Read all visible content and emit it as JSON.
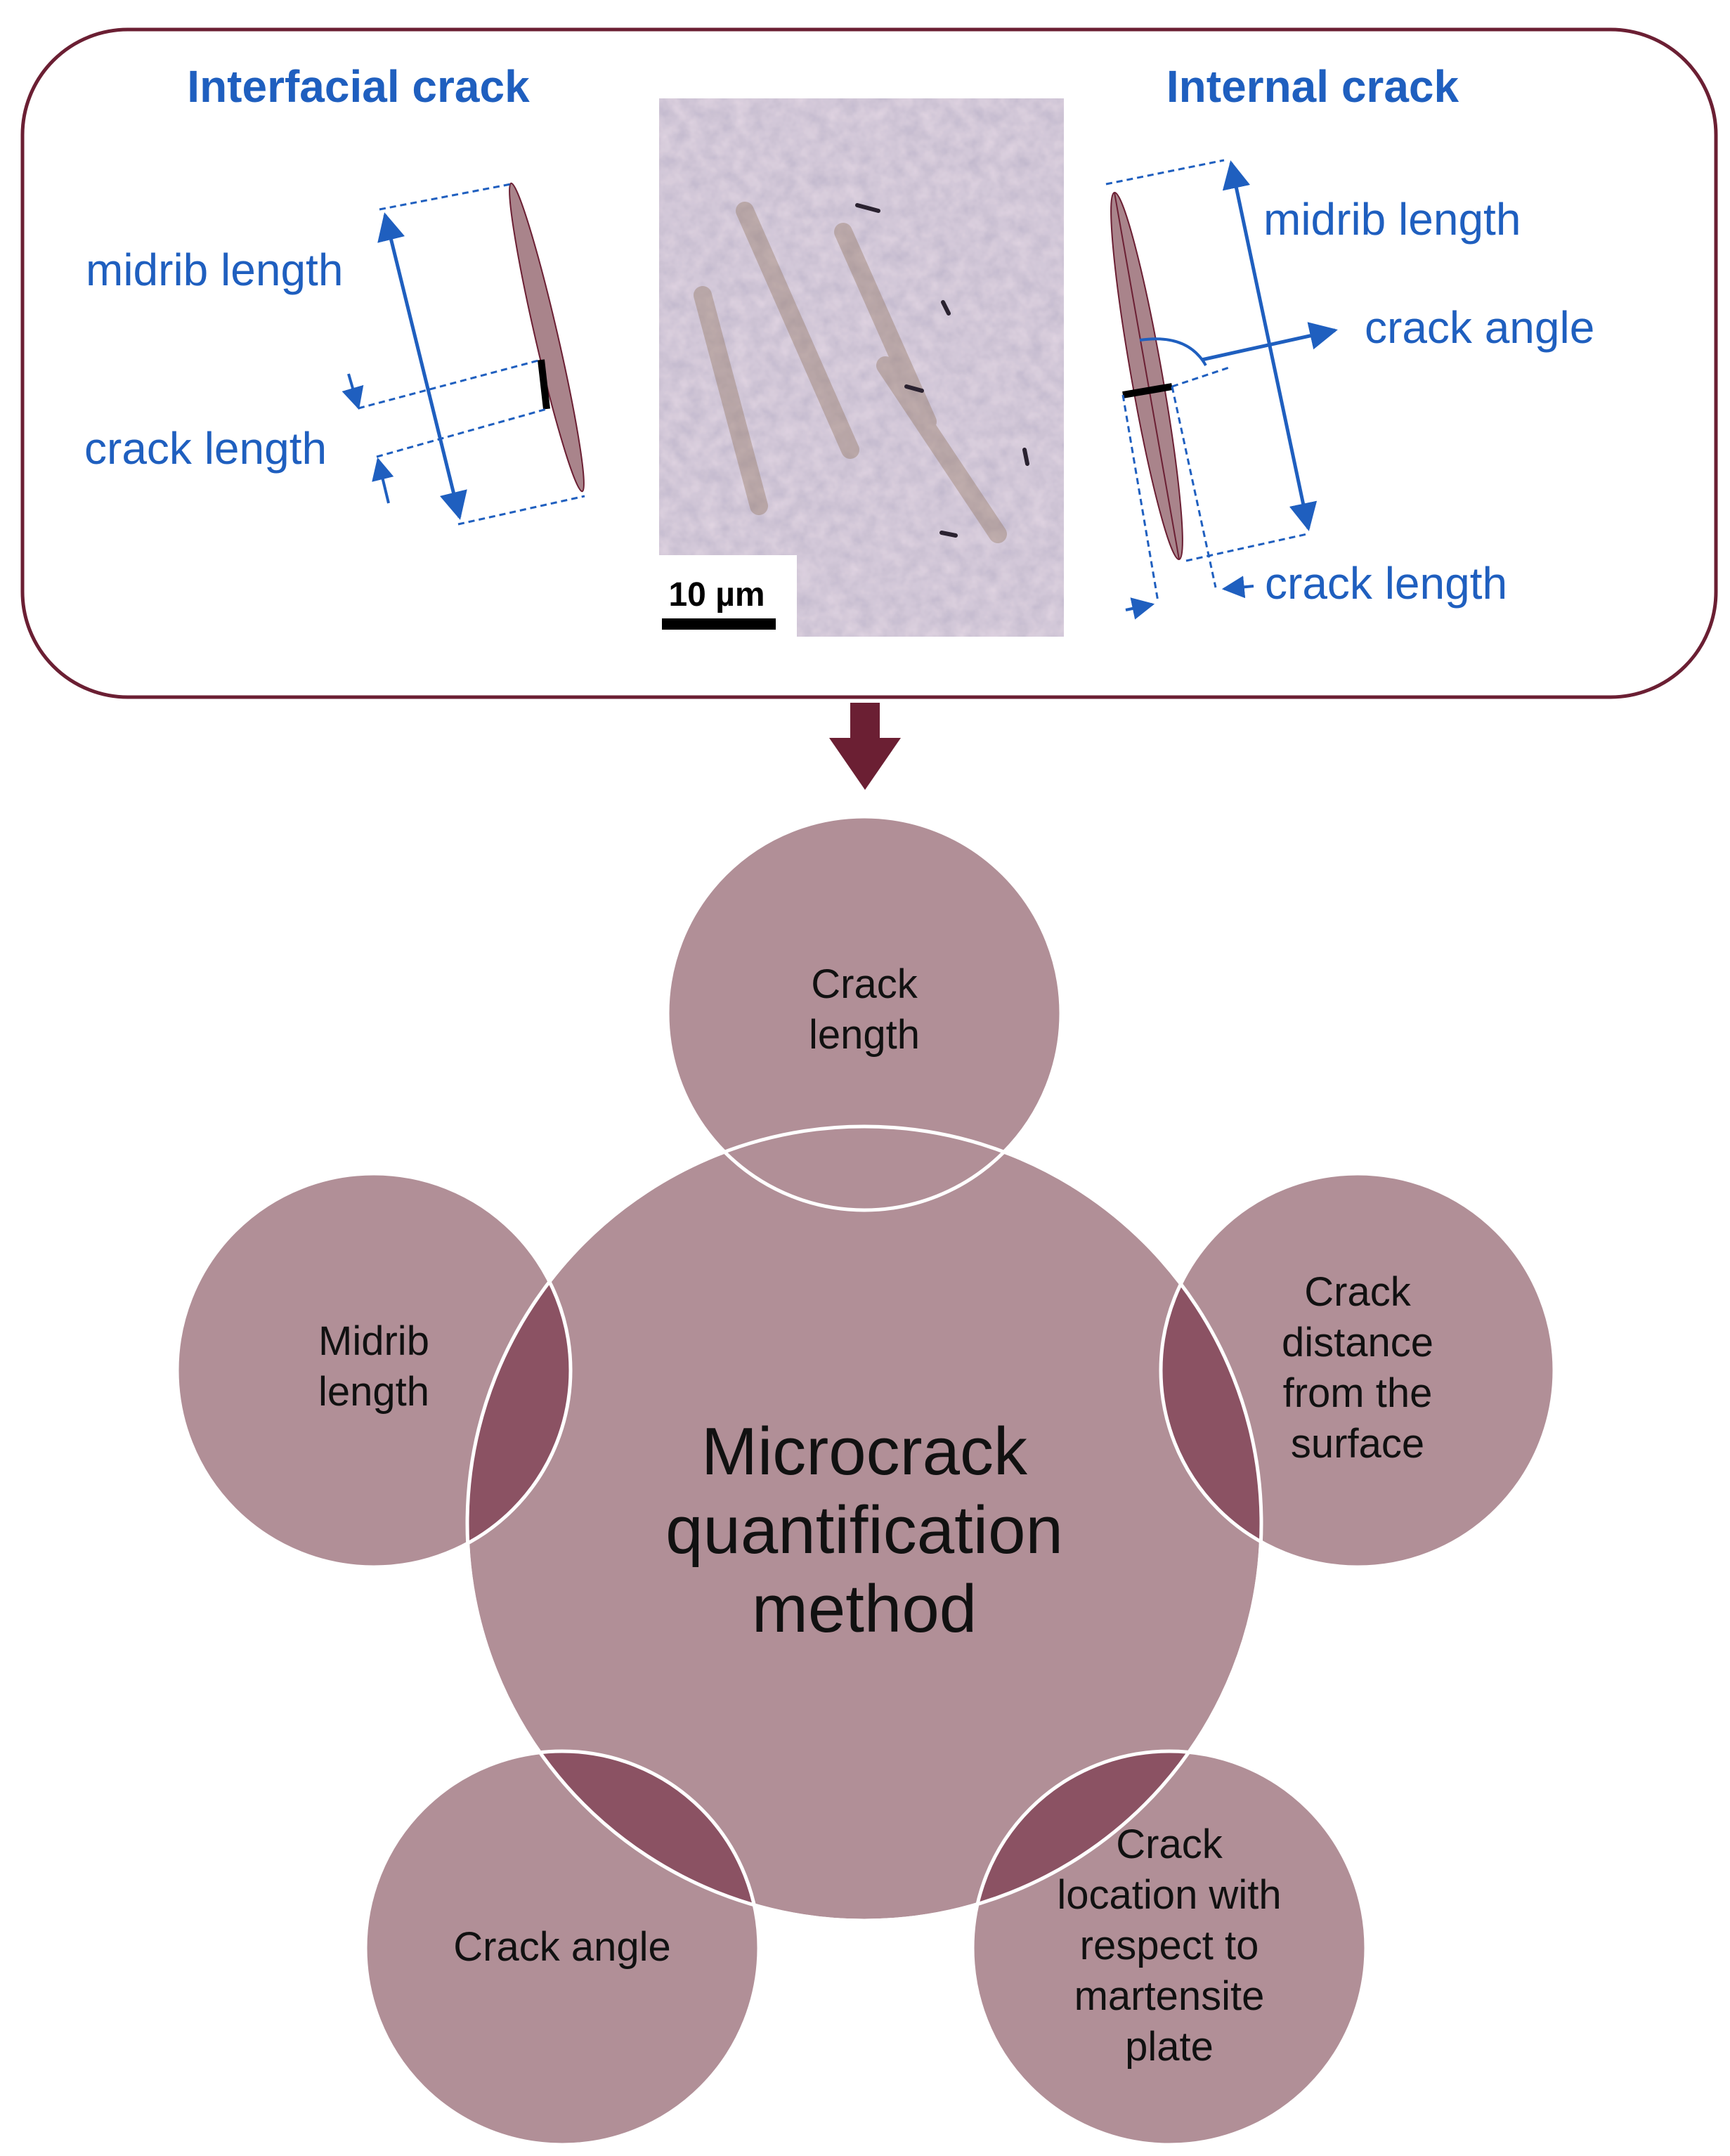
{
  "top_panel": {
    "interfacial_title": "Interfacial crack",
    "internal_title": "Internal crack",
    "left_labels": {
      "midrib": "midrib length",
      "crack": "crack length"
    },
    "right_labels": {
      "midrib": "midrib length",
      "angle": "crack angle",
      "crack": "crack length"
    },
    "scale_bar": "10 µm"
  },
  "center": {
    "line1": "Microcrack",
    "line2": "quantification",
    "line3": "method"
  },
  "satellites": {
    "top": [
      "Crack",
      "length"
    ],
    "right": [
      "Crack",
      "distance",
      "from the",
      "surface"
    ],
    "bottom_right": [
      "Crack",
      "location with",
      "respect to",
      "martensite",
      "plate"
    ],
    "bottom_left": [
      "Crack angle"
    ],
    "left": [
      "Midrib",
      "length"
    ]
  },
  "colors": {
    "frame": "#6b1f33",
    "arrow": "#6b1f33",
    "circle_fill": "#b18f97",
    "overlap_fill": "#8b5263",
    "annotation_blue": "#1f5fbf",
    "plate_fill": "#a9848b"
  }
}
